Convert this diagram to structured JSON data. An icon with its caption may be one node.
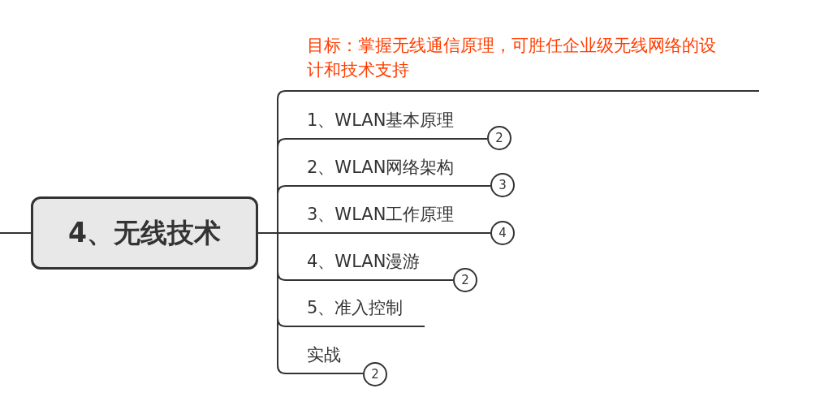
{
  "diagram": {
    "nodes": [
      {
        "text": [
          "4、无线技术"
        ]
      },
      {
        "text": [
          "目标：掌握无线通信原理，可胜任企业级无线网络的设计和技术支持"
        ]
      },
      {
        "text": [
          "1、WLAN基本原理"
        ]
      },
      {
        "text": [
          "2"
        ]
      },
      {
        "text": [
          "2、WLAN网络架构"
        ]
      },
      {
        "text": [
          "3"
        ]
      },
      {
        "text": [
          "3、WLAN工作原理"
        ]
      },
      {
        "text": [
          "4"
        ]
      },
      {
        "text": [
          "4、WLAN漫游"
        ]
      },
      {
        "text": [
          "2"
        ]
      },
      {
        "text": [
          "5、准入控制"
        ]
      },
      {
        "text": [
          "实战"
        ]
      },
      {
        "text": [
          "2"
        ]
      }
    ],
    "edges": [
      {
        "from": null,
        "to": 0,
        "arrow": "none"
      },
      {
        "from": 0,
        "to": 1,
        "arrow": "none"
      },
      {
        "from": 0,
        "to": 2,
        "arrow": "none"
      },
      {
        "from": 0,
        "to": 4,
        "arrow": "none"
      },
      {
        "from": 0,
        "to": 6,
        "arrow": "none"
      },
      {
        "from": 0,
        "to": 8,
        "arrow": "none"
      },
      {
        "from": 0,
        "to": 10,
        "arrow": "none"
      },
      {
        "from": 0,
        "to": 11,
        "arrow": "none"
      }
    ]
  }
}
